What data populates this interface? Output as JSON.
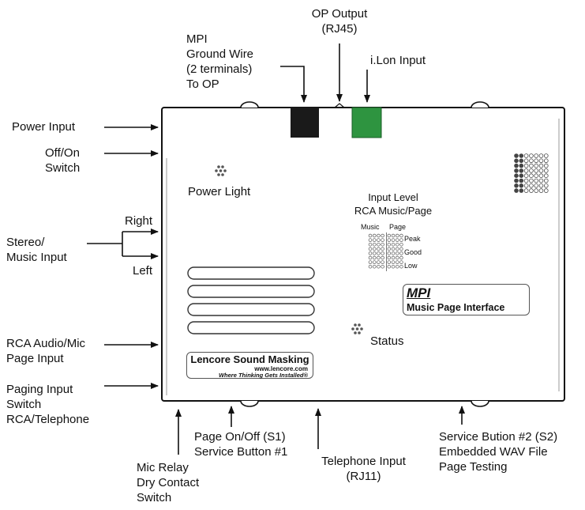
{
  "colors": {
    "accent_green": "#2e9440",
    "connector_black": "#1a1a1a",
    "line": "#111111"
  },
  "top_labels": {
    "mpi_ground": "MPI\nGround Wire\n(2 terminals)\nTo OP",
    "op_output": "OP Output\n(RJ45)",
    "ilon_input": "i.Lon Input"
  },
  "left_labels": {
    "power_input": "Power Input",
    "off_on_switch": "Off/On\nSwitch",
    "stereo_music_input": "Stereo/\nMusic Input",
    "right": "Right",
    "left": "Left",
    "rca_audio_mic": "RCA Audio/Mic\nPage Input",
    "paging_input_switch": "Paging Input\nSwitch\nRCA/Telephone"
  },
  "bottom_labels": {
    "mic_relay": "Mic Relay\nDry Contact\nSwitch",
    "page_on_off": "Page On/Off (S1)\nService Button #1",
    "telephone_input": "Telephone Input\n(RJ11)",
    "service_button_2": "Service Bution #2 (S2)\nEmbedded WAV File\nPage Testing"
  },
  "panel": {
    "power_light": "Power Light",
    "input_level": "Input Level\nRCA Music/Page",
    "music": "Music",
    "page": "Page",
    "peak": "Peak",
    "good": "Good",
    "low": "Low",
    "status": "Status",
    "mpi_title": "MPI",
    "mpi_subtitle": "Music Page Interface",
    "brand": "Lencore Sound Masking",
    "brand_url": "www.lencore.com",
    "brand_slogan": "Where Thinking Gets Installed®"
  }
}
